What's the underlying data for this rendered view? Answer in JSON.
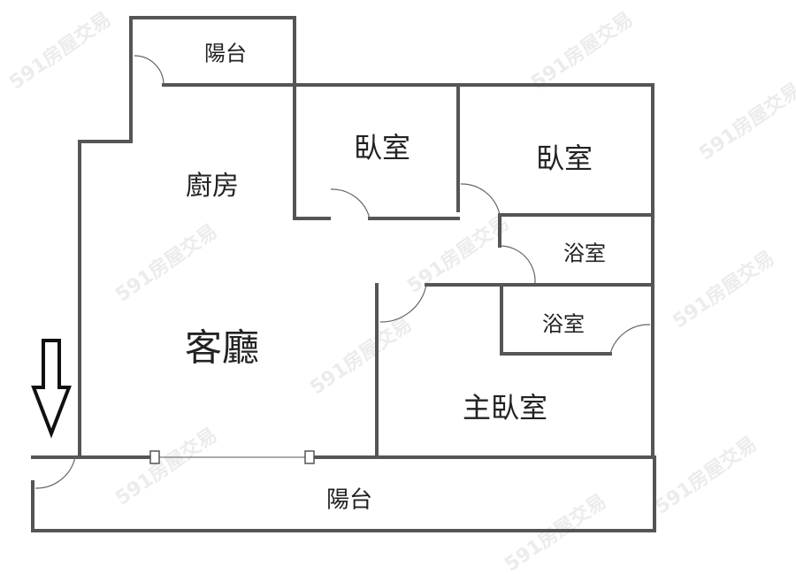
{
  "watermark": "591房屋交易",
  "rooms": {
    "balcony_top": "陽台",
    "bedroom_1": "臥室",
    "bedroom_2": "臥室",
    "kitchen": "廚房",
    "bathroom_1": "浴室",
    "bathroom_2": "浴室",
    "living_room": "客廳",
    "master_bedroom": "主臥室",
    "balcony_bottom": "陽台"
  },
  "entrance_marker": "arrow-down-icon",
  "colors": {
    "wall": "#555555",
    "watermark": "#ececec"
  }
}
